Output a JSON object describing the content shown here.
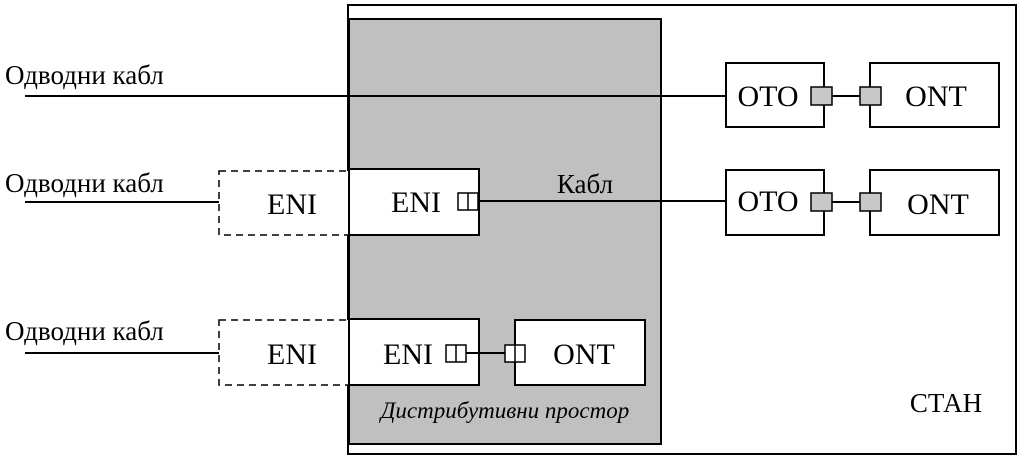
{
  "labels": {
    "drop_cable_1": "Одводни кабл",
    "drop_cable_2": "Одводни кабл",
    "drop_cable_3": "Одводни кабл",
    "cable": "Кабл",
    "distribution_space": "Дистрибутивни простор",
    "apartment": "СТАН"
  },
  "boxes": {
    "oto_1": "OTO",
    "ont_1": "ONT",
    "oto_2": "OTO",
    "ont_2": "ONT",
    "eni_ext_2": "ENI",
    "eni_int_2": "ENI",
    "eni_ext_3": "ENI",
    "eni_int_3": "ENI",
    "ont_3": "ONT"
  },
  "colors": {
    "distribution_fill": "#c0c0c0",
    "connector_fill": "#c8c8c8",
    "line": "#000000"
  }
}
